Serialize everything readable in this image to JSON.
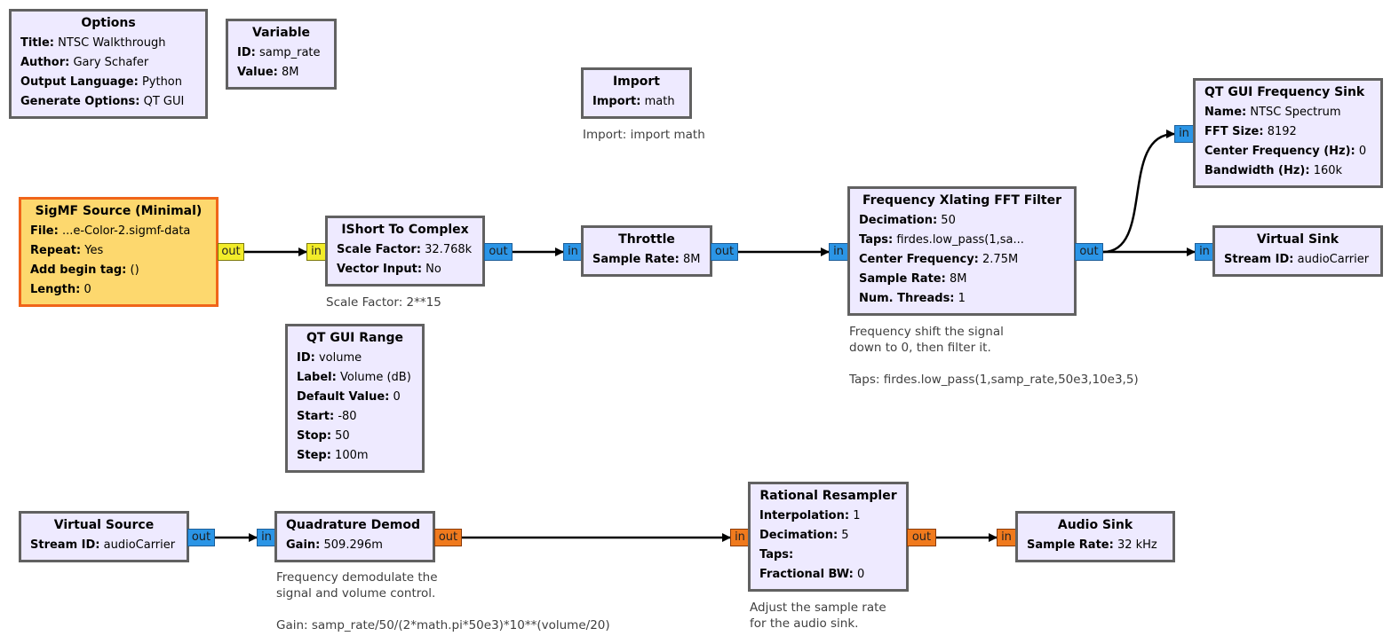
{
  "blocks": {
    "options": {
      "title": "Options",
      "params": [
        {
          "k": "Title:",
          "v": "NTSC Walkthrough"
        },
        {
          "k": "Author:",
          "v": "Gary Schafer"
        },
        {
          "k": "Output Language:",
          "v": "Python"
        },
        {
          "k": "Generate Options:",
          "v": "QT GUI"
        }
      ]
    },
    "variable": {
      "title": "Variable",
      "params": [
        {
          "k": "ID:",
          "v": "samp_rate"
        },
        {
          "k": "Value:",
          "v": "8M"
        }
      ]
    },
    "import": {
      "title": "Import",
      "params": [
        {
          "k": "Import:",
          "v": "math"
        }
      ],
      "comment": "Import: import math"
    },
    "sigmf": {
      "title": "SigMF Source (Minimal)",
      "params": [
        {
          "k": "File:",
          "v": "...e-Color-2.sigmf-data"
        },
        {
          "k": "Repeat:",
          "v": "Yes"
        },
        {
          "k": "Add begin tag:",
          "v": "()"
        },
        {
          "k": "Length:",
          "v": "0"
        }
      ],
      "out": "out"
    },
    "ishort": {
      "title": "IShort To Complex",
      "params": [
        {
          "k": "Scale Factor:",
          "v": "32.768k"
        },
        {
          "k": "Vector Input:",
          "v": "No"
        }
      ],
      "in": "in",
      "out": "out",
      "comment": "Scale Factor: 2**15"
    },
    "throttle": {
      "title": "Throttle",
      "params": [
        {
          "k": "Sample Rate:",
          "v": "8M"
        }
      ],
      "in": "in",
      "out": "out"
    },
    "xlating": {
      "title": "Frequency Xlating FFT Filter",
      "params": [
        {
          "k": "Decimation:",
          "v": "50"
        },
        {
          "k": "Taps:",
          "v": "firdes.low_pass(1,sa..."
        },
        {
          "k": "Center Frequency:",
          "v": "2.75M"
        },
        {
          "k": "Sample Rate:",
          "v": "8M"
        },
        {
          "k": "Num. Threads:",
          "v": "1"
        }
      ],
      "in": "in",
      "out": "out",
      "comment": "Frequency shift the signal\ndown to 0, then filter it.\n\nTaps: firdes.low_pass(1,samp_rate,50e3,10e3,5)"
    },
    "freqsink": {
      "title": "QT GUI Frequency Sink",
      "params": [
        {
          "k": "Name:",
          "v": "NTSC Spectrum"
        },
        {
          "k": "FFT Size:",
          "v": "8192"
        },
        {
          "k": "Center Frequency (Hz):",
          "v": "0"
        },
        {
          "k": "Bandwidth (Hz):",
          "v": "160k"
        }
      ],
      "in": "in"
    },
    "vsink": {
      "title": "Virtual Sink",
      "params": [
        {
          "k": "Stream ID:",
          "v": "audioCarrier"
        }
      ],
      "in": "in"
    },
    "range": {
      "title": "QT GUI Range",
      "params": [
        {
          "k": "ID:",
          "v": "volume"
        },
        {
          "k": "Label:",
          "v": "Volume (dB)"
        },
        {
          "k": "Default Value:",
          "v": "0"
        },
        {
          "k": "Start:",
          "v": "-80"
        },
        {
          "k": "Stop:",
          "v": "50"
        },
        {
          "k": "Step:",
          "v": "100m"
        }
      ]
    },
    "vsource": {
      "title": "Virtual Source",
      "params": [
        {
          "k": "Stream ID:",
          "v": "audioCarrier"
        }
      ],
      "out": "out"
    },
    "qdemod": {
      "title": "Quadrature Demod",
      "params": [
        {
          "k": "Gain:",
          "v": "509.296m"
        }
      ],
      "in": "in",
      "out": "out",
      "comment": "Frequency demodulate the\nsignal and volume control.\n\nGain: samp_rate/50/(2*math.pi*50e3)*10**(volume/20)"
    },
    "resampler": {
      "title": "Rational Resampler",
      "params": [
        {
          "k": "Interpolation:",
          "v": "1"
        },
        {
          "k": "Decimation:",
          "v": "5"
        },
        {
          "k": "Taps:",
          "v": ""
        },
        {
          "k": "Fractional BW:",
          "v": "0"
        }
      ],
      "in": "in",
      "out": "out",
      "comment": "Adjust the sample rate\nfor the audio sink."
    },
    "audiosink": {
      "title": "Audio Sink",
      "params": [
        {
          "k": "Sample Rate:",
          "v": "32 kHz"
        }
      ],
      "in": "in"
    }
  },
  "colors": {
    "block_fill": "#eeeaff",
    "block_border": "#616161",
    "source_fill": "#fdd86e",
    "source_border": "#f0651a",
    "port_complex": "#2b95e6",
    "port_float": "#f07a1d",
    "port_short": "#f2ec2a",
    "wire": "#000000"
  }
}
